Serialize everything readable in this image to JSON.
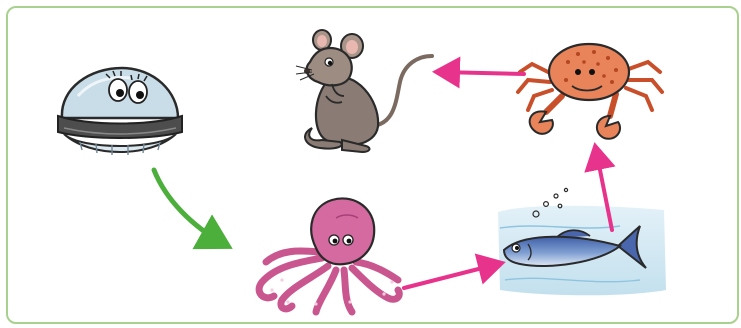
{
  "diagram": {
    "type": "food-web illustration",
    "organisms": [
      {
        "id": "mussel",
        "icon": "mussel-icon"
      },
      {
        "id": "octopus",
        "icon": "octopus-icon"
      },
      {
        "id": "fish",
        "icon": "fish-icon"
      },
      {
        "id": "crab",
        "icon": "crab-icon"
      },
      {
        "id": "mouse",
        "icon": "mouse-icon"
      }
    ],
    "links": [
      {
        "from": "mussel",
        "to": "octopus",
        "color": "#4caf3c"
      },
      {
        "from": "octopus",
        "to": "fish",
        "color": "#e8338c"
      },
      {
        "from": "fish",
        "to": "crab",
        "color": "#e8338c"
      },
      {
        "from": "crab",
        "to": "mouse",
        "color": "#e8338c"
      }
    ]
  },
  "colors": {
    "border": "#a9d18e",
    "green_arrow": "#4caf3c",
    "pink_arrow": "#e8338c"
  }
}
